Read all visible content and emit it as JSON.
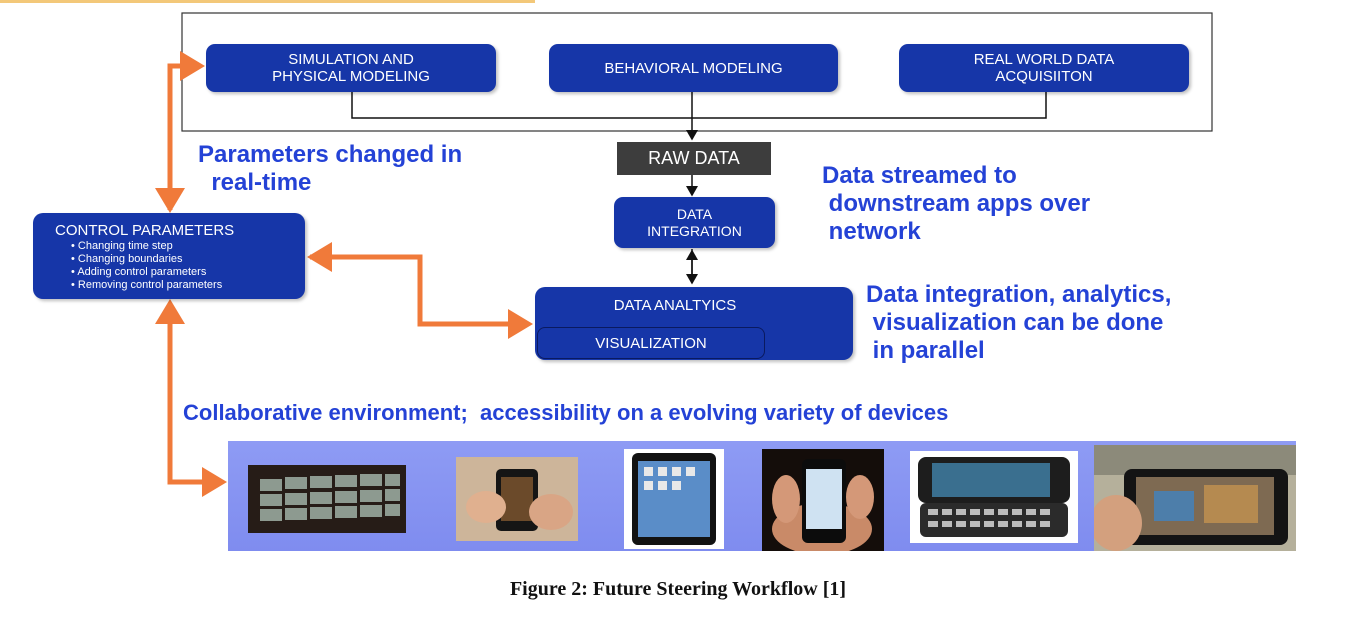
{
  "sources": [
    {
      "line1": "SIMULATION AND",
      "line2": "PHYSICAL MODELING"
    },
    {
      "line1": "BEHAVIORAL MODELING",
      "line2": ""
    },
    {
      "line1": "REAL WORLD DATA",
      "line2": "ACQUISIITON"
    }
  ],
  "raw_data": "RAW DATA",
  "integration": {
    "line1": "DATA",
    "line2": "INTEGRATION"
  },
  "analytics": "DATA ANALTYICS",
  "visualization": "VISUALIZATION",
  "control": {
    "title": "CONTROL PARAMETERS",
    "items": [
      "Changing time step",
      "Changing boundaries",
      "Adding control parameters",
      "Removing control parameters"
    ]
  },
  "notes": {
    "parameters": "Parameters changed in\n  real-time",
    "streamed": "Data streamed to\n downstream apps over\n network",
    "parallel": "Data integration, analytics,\n visualization can be done\n in parallel",
    "collaborative": "Collaborative environment;  accessibility on a evolving variety of devices"
  },
  "devices": [
    "video-wall",
    "smartphone-in-hand",
    "tablet",
    "iphone-in-hand",
    "keyboard-phone",
    "tablet-in-hand"
  ],
  "caption": "Figure 2: Future Steering Workflow [1]",
  "colors": {
    "box": "#1636a8",
    "arrow": "#f07a3a",
    "text_blue": "#2442d6",
    "raw": "#3d3d3d"
  }
}
